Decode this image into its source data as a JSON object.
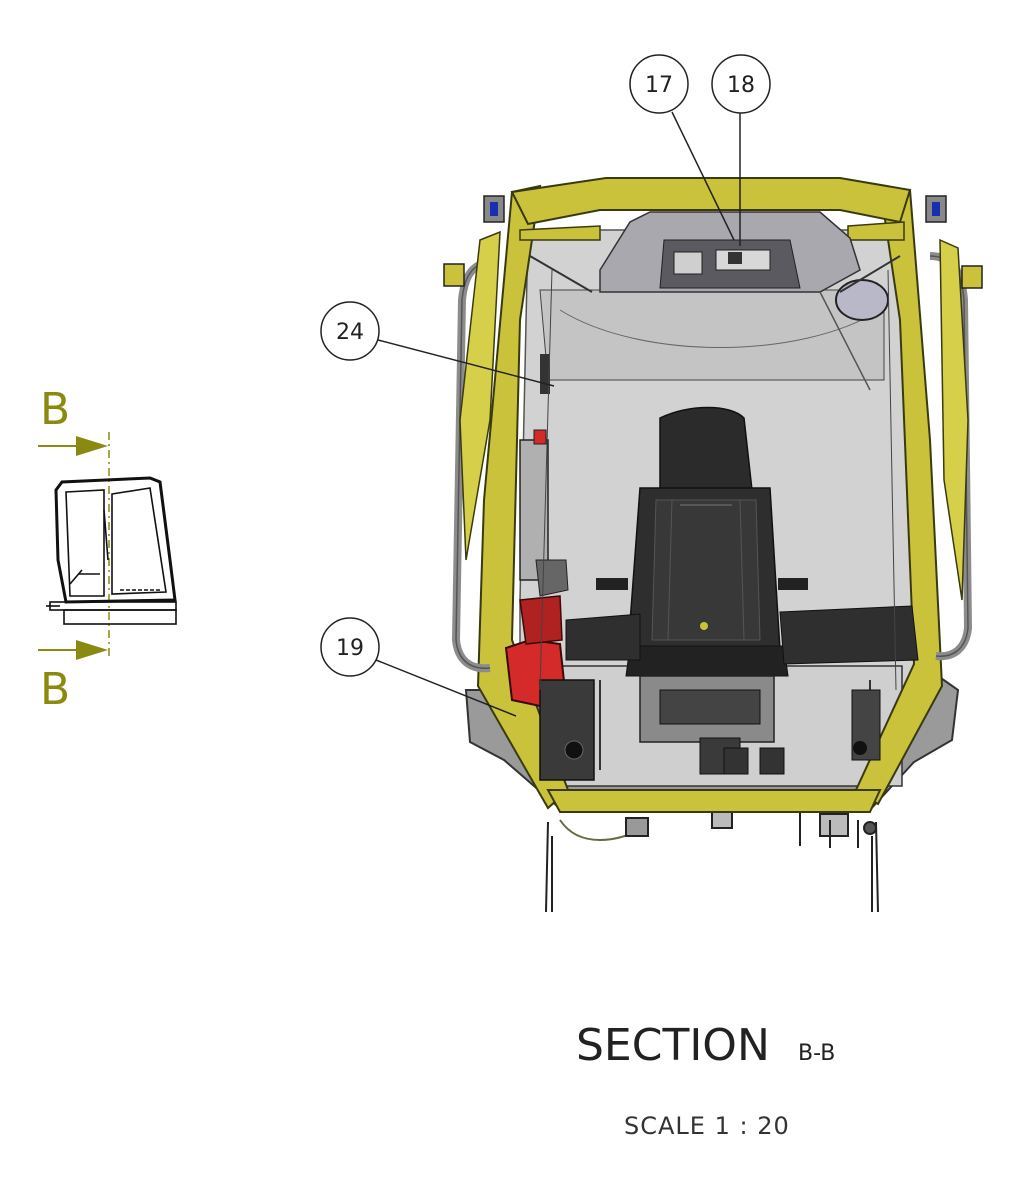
{
  "section_marker": {
    "top_letter": "B",
    "bottom_letter": "B",
    "color": "#8a8a10"
  },
  "callouts": [
    {
      "id": "callout-17",
      "label": "17"
    },
    {
      "id": "callout-18",
      "label": "18"
    },
    {
      "id": "callout-24",
      "label": "24"
    },
    {
      "id": "callout-19",
      "label": "19"
    }
  ],
  "title": {
    "main": "SECTION",
    "sub": "B-B",
    "scale": "SCALE  1 : 20"
  },
  "colors": {
    "frame_yellow": "#c9c23a",
    "frame_outline": "#3a3a10",
    "glass": "#d2d2d2",
    "seat": "#2b2b2b",
    "red_unit": "#d42a2a",
    "mirror_blue": "#1a2fb0"
  }
}
